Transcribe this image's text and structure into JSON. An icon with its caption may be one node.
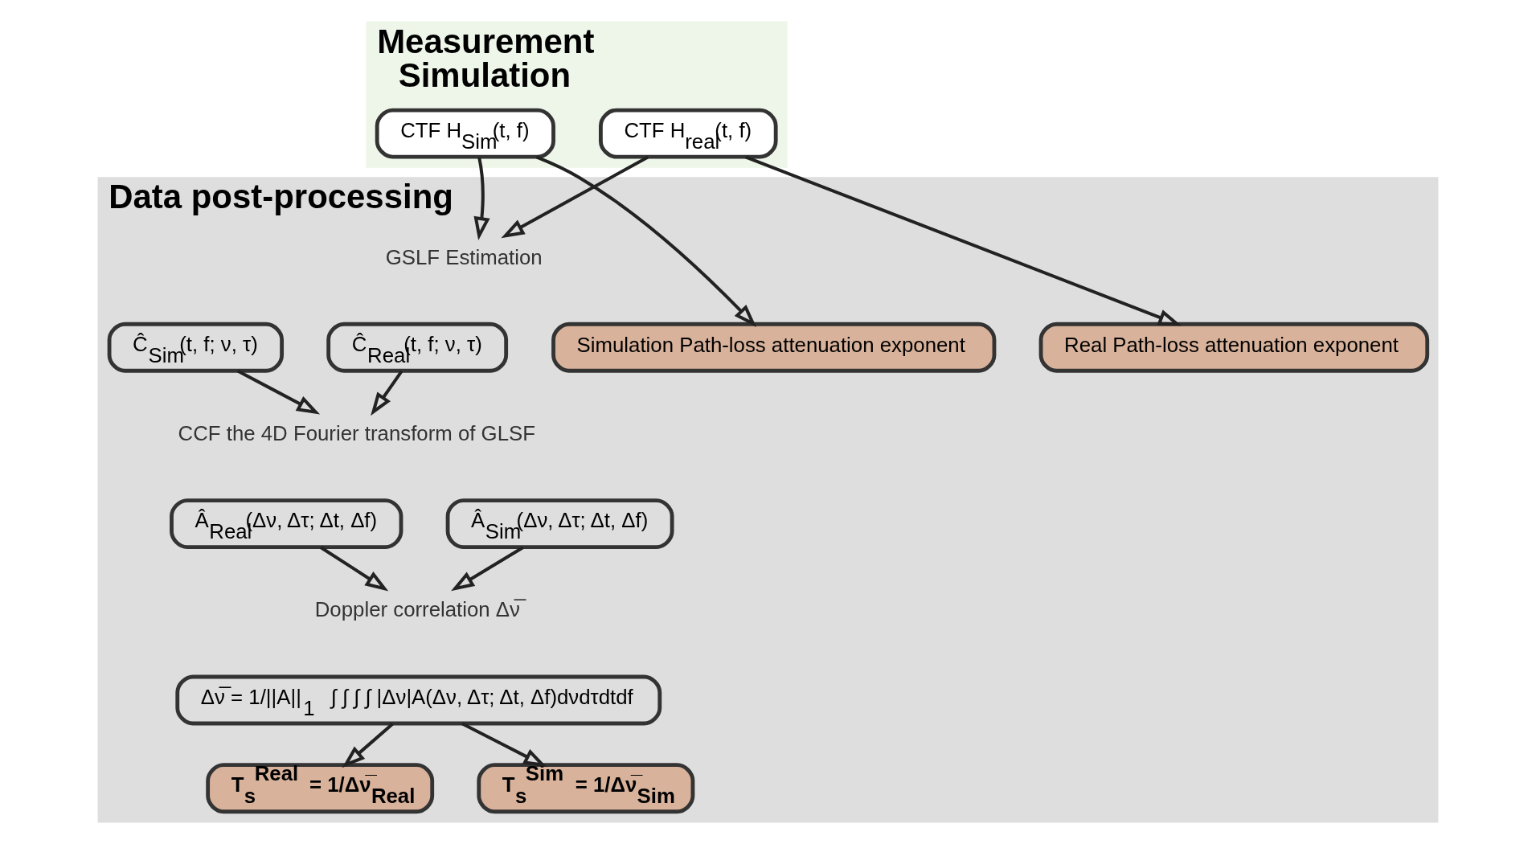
{
  "diagram": {
    "nodes": [
      {
        "text": [
          "Measurement",
          "Simulation"
        ]
      },
      {
        "text": [
          "CTF H$_{real}$(t, f)"
        ],
        "in": 0
      },
      {
        "text": [
          "CTF H$_{Sim}$(t, f)"
        ],
        "in": 0
      },
      {
        "text": [
          "Data post-processing"
        ]
      },
      {
        "text": [
          "GSLF Estimation"
        ],
        "in": 3
      },
      {
        "text": [
          "Ĉ$_{Real}$(t, f; ν, τ)"
        ],
        "in": 3
      },
      {
        "text": [
          "Ĉ$_{Sim}$(t, f; ν, τ)"
        ],
        "in": 3
      },
      {
        "text": [
          "Real Path-loss attenuation exponent"
        ],
        "in": 3
      },
      {
        "text": [
          "Simulation Path-loss attenuation exponent"
        ],
        "in": 3
      },
      {
        "text": [
          "CCF the 4D Fourier transform of GLSF"
        ],
        "in": 3
      },
      {
        "text": [
          "Â$_{Real}$(Δν, Δτ; Δt, Δf)"
        ],
        "in": 3
      },
      {
        "text": [
          "Â$_{Sim}$(Δν, Δτ; Δt, Δf)"
        ],
        "in": 3
      },
      {
        "text": [
          "Doppler correlation Δν̅"
        ],
        "in": 3
      },
      {
        "text": [
          "Δν̅ = 1/||A||$_{1}$ ∫ ∫ ∫ ∫ |Δν|A(Δν, Δτ; Δt, Δf)dνdτdtdf"
        ],
        "in": 3
      },
      {
        "text": [
          "T$_{s}$$^{Real}$ = 1/Δν̅$_{Real}$"
        ],
        "in": 3
      },
      {
        "text": [
          "T$_{s}$$^{Sim}$ = 1/Δν̅$_{Sim}$"
        ],
        "in": 3
      }
    ],
    "edges": [
      {
        "from": 1,
        "to": 4,
        "arrow": "to"
      },
      {
        "from": 2,
        "to": 4,
        "arrow": "to"
      },
      {
        "from": 1,
        "to": 7,
        "arrow": "to"
      },
      {
        "from": 2,
        "to": 8,
        "arrow": "to"
      },
      {
        "from": 5,
        "to": 9,
        "arrow": "to"
      },
      {
        "from": 6,
        "to": 9,
        "arrow": "to"
      },
      {
        "from": 10,
        "to": 12,
        "arrow": "to"
      },
      {
        "from": 11,
        "to": 12,
        "arrow": "to"
      },
      {
        "from": 13,
        "to": 14,
        "arrow": "to"
      },
      {
        "from": 13,
        "to": 15,
        "arrow": "to"
      }
    ]
  }
}
